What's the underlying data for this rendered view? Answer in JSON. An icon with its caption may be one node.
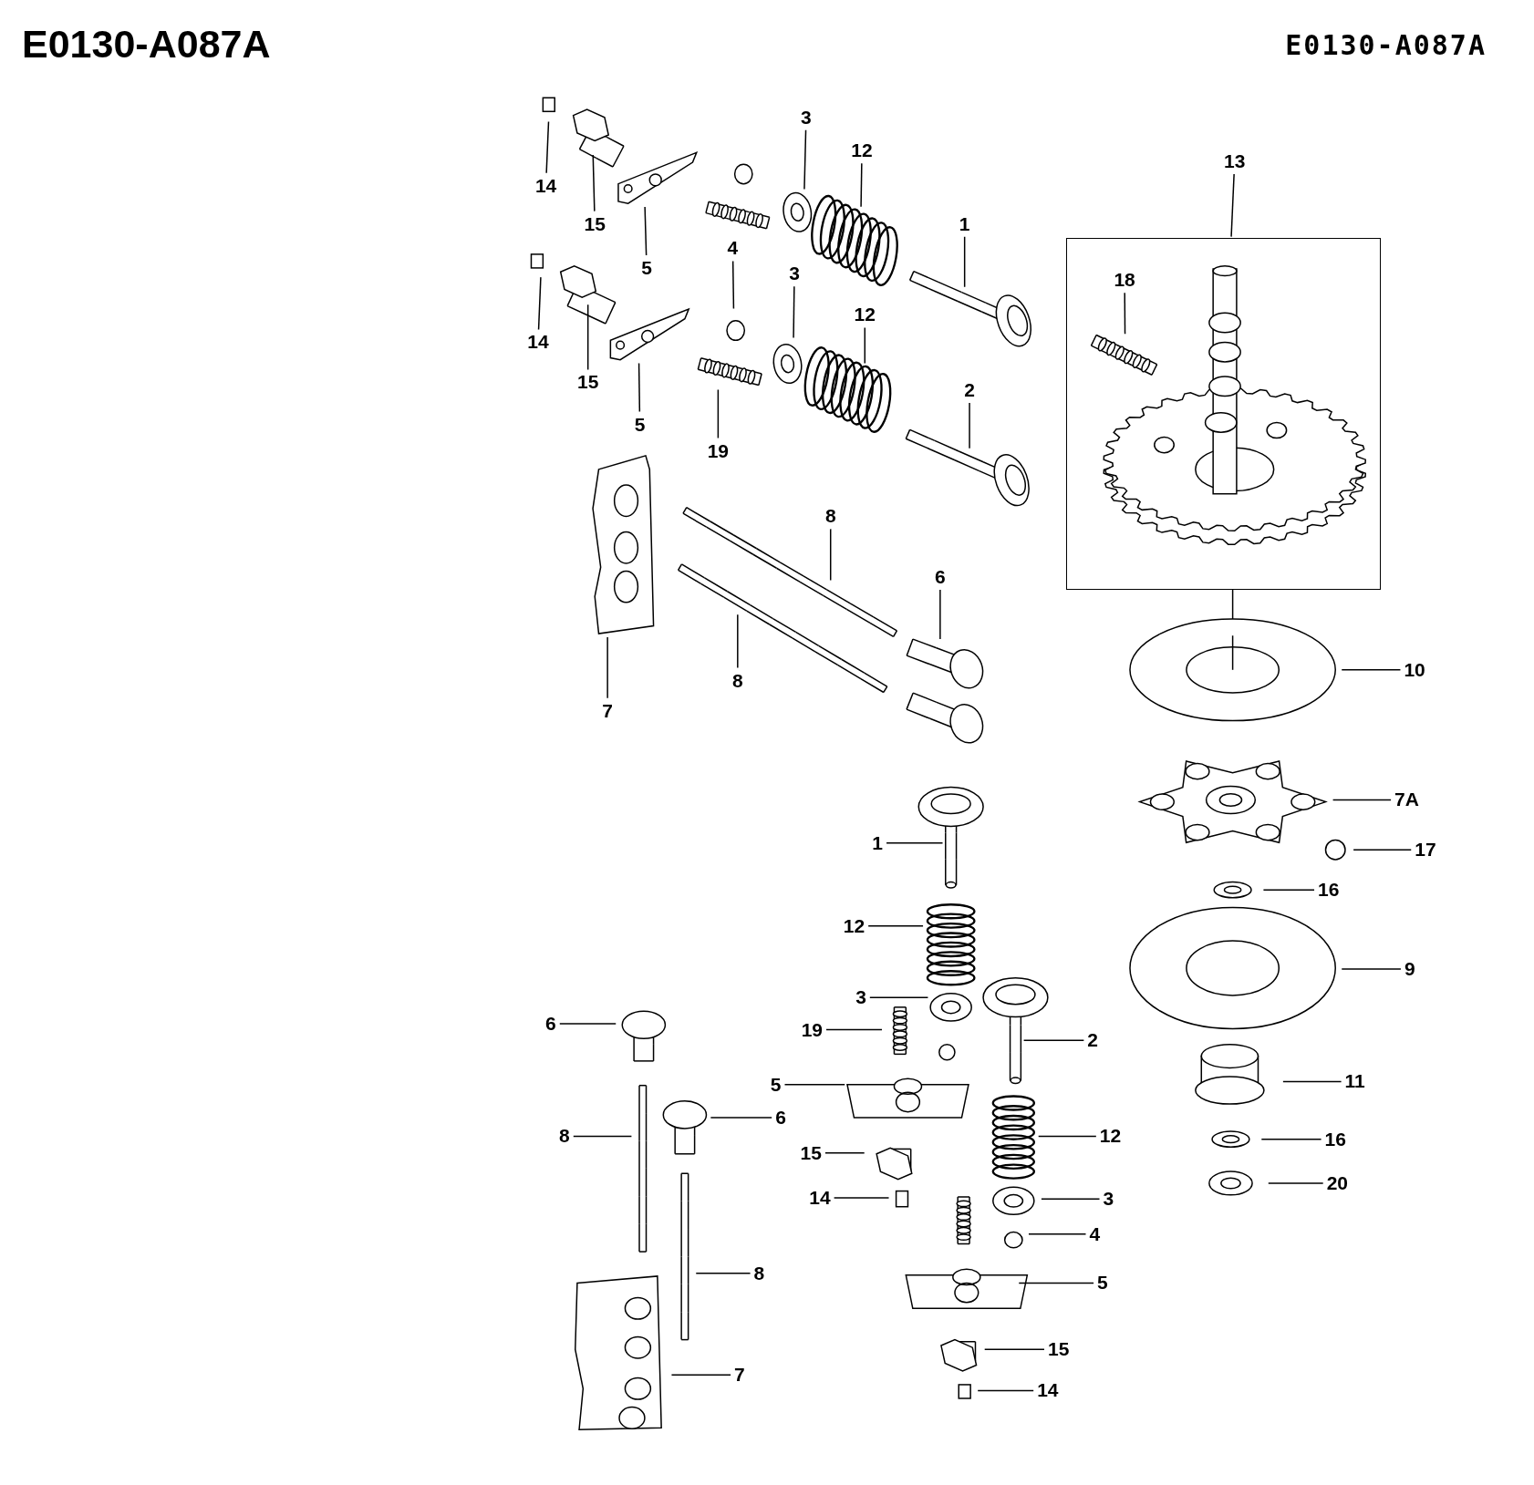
{
  "diagram": {
    "title": "E0130-A087A",
    "labels": [
      "E0130-A087A"
    ],
    "nodes": [
      {
        "text": [
          "14"
        ]
      },
      {
        "text": [
          "15"
        ]
      },
      {
        "text": [
          "5"
        ]
      },
      {
        "text": [
          "3"
        ]
      },
      {
        "text": [
          "12"
        ]
      },
      {
        "text": [
          "4"
        ]
      },
      {
        "text": [
          "1"
        ]
      },
      {
        "text": [
          "14"
        ]
      },
      {
        "text": [
          "15"
        ]
      },
      {
        "text": [
          "5"
        ]
      },
      {
        "text": [
          "3"
        ]
      },
      {
        "text": [
          "12"
        ]
      },
      {
        "text": [
          "19"
        ]
      },
      {
        "text": [
          "2"
        ]
      },
      {
        "text": [
          "8"
        ]
      },
      {
        "text": [
          "8"
        ]
      },
      {
        "text": [
          "6"
        ]
      },
      {
        "text": [
          "7"
        ]
      },
      {
        "text": [
          "13"
        ]
      },
      {
        "text": [],
        "shape": "box"
      },
      {
        "text": [
          "18"
        ],
        "in": 19
      },
      {
        "text": [
          "10"
        ]
      },
      {
        "text": [
          "7A"
        ]
      },
      {
        "text": [
          "17"
        ]
      },
      {
        "text": [
          "16"
        ]
      },
      {
        "text": [
          "1"
        ]
      },
      {
        "text": [
          "12"
        ]
      },
      {
        "text": [
          "3"
        ]
      },
      {
        "text": [
          "9"
        ]
      },
      {
        "text": [
          "6"
        ]
      },
      {
        "text": [
          "19"
        ]
      },
      {
        "text": [
          "2"
        ]
      },
      {
        "text": [
          "11"
        ]
      },
      {
        "text": [
          "5"
        ]
      },
      {
        "text": [
          "6"
        ]
      },
      {
        "text": [
          "8"
        ]
      },
      {
        "text": [
          "12"
        ]
      },
      {
        "text": [
          "16"
        ]
      },
      {
        "text": [
          "15"
        ]
      },
      {
        "text": [
          "20"
        ]
      },
      {
        "text": [
          "14"
        ]
      },
      {
        "text": [
          "3"
        ]
      },
      {
        "text": [
          "4"
        ]
      },
      {
        "text": [
          "8"
        ]
      },
      {
        "text": [
          "5"
        ]
      },
      {
        "text": [
          "15"
        ]
      },
      {
        "text": [
          "14"
        ]
      },
      {
        "text": [
          "7"
        ]
      }
    ],
    "edges": [
      {
        "from": 0,
        "to": null,
        "arrow": "none"
      },
      {
        "from": 1,
        "to": null,
        "arrow": "none"
      },
      {
        "from": 2,
        "to": null,
        "arrow": "none"
      },
      {
        "from": 3,
        "to": null,
        "arrow": "none"
      },
      {
        "from": 4,
        "to": null,
        "arrow": "none"
      },
      {
        "from": 5,
        "to": null,
        "arrow": "none"
      },
      {
        "from": 6,
        "to": null,
        "arrow": "none"
      },
      {
        "from": 7,
        "to": null,
        "arrow": "none"
      },
      {
        "from": 8,
        "to": null,
        "arrow": "none"
      },
      {
        "from": 9,
        "to": null,
        "arrow": "none"
      },
      {
        "from": 10,
        "to": null,
        "arrow": "none"
      },
      {
        "from": 11,
        "to": null,
        "arrow": "none"
      },
      {
        "from": 12,
        "to": null,
        "arrow": "none"
      },
      {
        "from": 13,
        "to": null,
        "arrow": "none"
      },
      {
        "from": 14,
        "to": null,
        "arrow": "none"
      },
      {
        "from": 15,
        "to": null,
        "arrow": "none"
      },
      {
        "from": 16,
        "to": null,
        "arrow": "none"
      },
      {
        "from": 17,
        "to": null,
        "arrow": "none"
      },
      {
        "from": 18,
        "to": 19,
        "arrow": "none"
      },
      {
        "from": 20,
        "to": null,
        "arrow": "none"
      },
      {
        "from": 21,
        "to": null,
        "arrow": "none"
      },
      {
        "from": 22,
        "to": null,
        "arrow": "none"
      },
      {
        "from": 23,
        "to": null,
        "arrow": "none"
      },
      {
        "from": 24,
        "to": null,
        "arrow": "none"
      },
      {
        "from": 25,
        "to": null,
        "arrow": "none"
      },
      {
        "from": 26,
        "to": null,
        "arrow": "none"
      },
      {
        "from": 27,
        "to": null,
        "arrow": "none"
      },
      {
        "from": 28,
        "to": null,
        "arrow": "none"
      },
      {
        "from": 29,
        "to": null,
        "arrow": "none"
      },
      {
        "from": 30,
        "to": null,
        "arrow": "none"
      },
      {
        "from": 31,
        "to": null,
        "arrow": "none"
      },
      {
        "from": 32,
        "to": null,
        "arrow": "none"
      },
      {
        "from": 33,
        "to": null,
        "arrow": "none"
      },
      {
        "from": 34,
        "to": null,
        "arrow": "none"
      },
      {
        "from": 35,
        "to": null,
        "arrow": "none"
      },
      {
        "from": 36,
        "to": null,
        "arrow": "none"
      },
      {
        "from": 37,
        "to": null,
        "arrow": "none"
      },
      {
        "from": 38,
        "to": null,
        "arrow": "none"
      },
      {
        "from": 39,
        "to": null,
        "arrow": "none"
      },
      {
        "from": 40,
        "to": null,
        "arrow": "none"
      },
      {
        "from": 41,
        "to": null,
        "arrow": "none"
      },
      {
        "from": 42,
        "to": null,
        "arrow": "none"
      },
      {
        "from": 43,
        "to": null,
        "arrow": "none"
      },
      {
        "from": 44,
        "to": null,
        "arrow": "none"
      },
      {
        "from": 45,
        "to": null,
        "arrow": "none"
      },
      {
        "from": 46,
        "to": null,
        "arrow": "none"
      },
      {
        "from": 47,
        "to": null,
        "arrow": "none"
      }
    ]
  }
}
